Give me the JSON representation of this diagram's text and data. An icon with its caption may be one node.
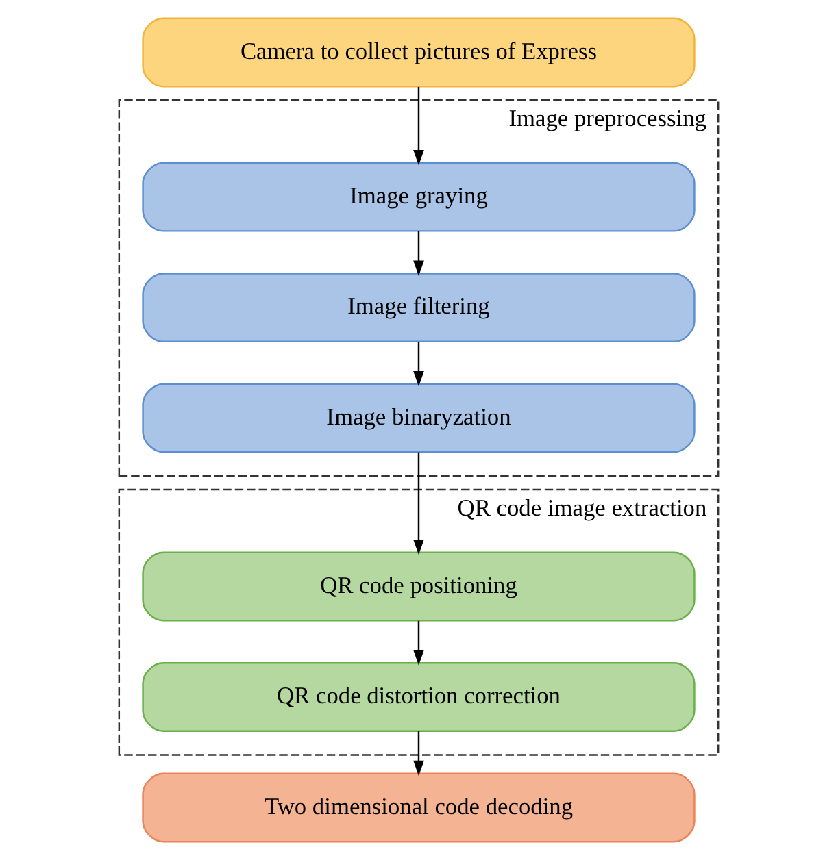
{
  "diagram": {
    "nodes": [
      {
        "text": [
          "Camera to collect pictures of Express"
        ]
      },
      {
        "text": [
          "Image preprocessing"
        ]
      },
      {
        "text": [
          "Image graying"
        ],
        "in": 1
      },
      {
        "text": [
          "Image filtering"
        ],
        "in": 1
      },
      {
        "text": [
          "Image binaryzation"
        ],
        "in": 1
      },
      {
        "text": [
          "QR code image extraction"
        ]
      },
      {
        "text": [
          "QR code positioning"
        ],
        "in": 5
      },
      {
        "text": [
          "QR code distortion correction"
        ],
        "in": 5
      },
      {
        "text": [
          "Two dimensional code decoding"
        ]
      }
    ],
    "edges": [
      {
        "from": 0,
        "to": 2,
        "arrow": "to"
      },
      {
        "from": 2,
        "to": 3,
        "arrow": "to"
      },
      {
        "from": 3,
        "to": 4,
        "arrow": "to"
      },
      {
        "from": 4,
        "to": 6,
        "arrow": "to"
      },
      {
        "from": 6,
        "to": 7,
        "arrow": "to"
      },
      {
        "from": 7,
        "to": 8,
        "arrow": "to"
      }
    ]
  }
}
